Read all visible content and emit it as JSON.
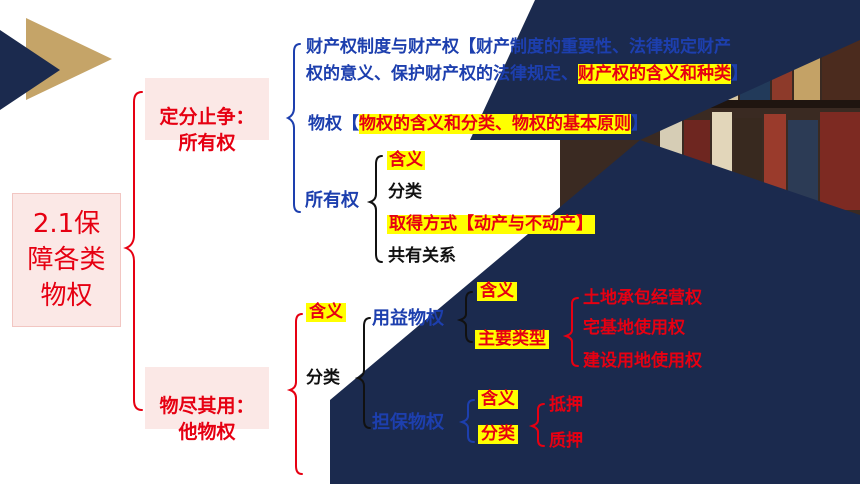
{
  "colors": {
    "navy": "#1b2a4e",
    "gold": "#c5a468",
    "red": "#e60012",
    "blue": "#1d3fae",
    "highlight": "#ffff00",
    "box_bg": "#fbe8e6"
  },
  "main_topic": "2.1保\n障各类\n物权",
  "branch1": {
    "title": "定分止争：\n所有权",
    "property_system": {
      "line1_blue": "财产权制度与财产权【财产制度的重要性、法律规定财产",
      "line2_blue": "权的意义、保护财产权的法律规定、",
      "line2_hl": "财产权的含义和种类",
      "line2_end": "】"
    },
    "real_right": {
      "label": "物权【",
      "hl": "物权的含义和分类、物权的基本原则",
      "end": "】"
    },
    "ownership": {
      "label": "所有权",
      "items": [
        {
          "text": "含义",
          "highlight": true
        },
        {
          "text": "分类",
          "highlight": false
        },
        {
          "text": "取得方式【动产与不动产】",
          "highlight": true
        },
        {
          "text": "共有关系",
          "highlight": false
        }
      ]
    }
  },
  "branch2": {
    "title": "物尽其用：\n他物权",
    "meaning": "含义",
    "classification": "分类",
    "usufruct": {
      "label": "用益物权",
      "meaning": "含义",
      "main_types": "主要类型",
      "types": [
        "土地承包经营权",
        "宅基地使用权",
        "建设用地使用权"
      ]
    },
    "security": {
      "label": "担保物权",
      "meaning": "含义",
      "classification": "分类",
      "types": [
        "抵押",
        "质押"
      ]
    }
  }
}
